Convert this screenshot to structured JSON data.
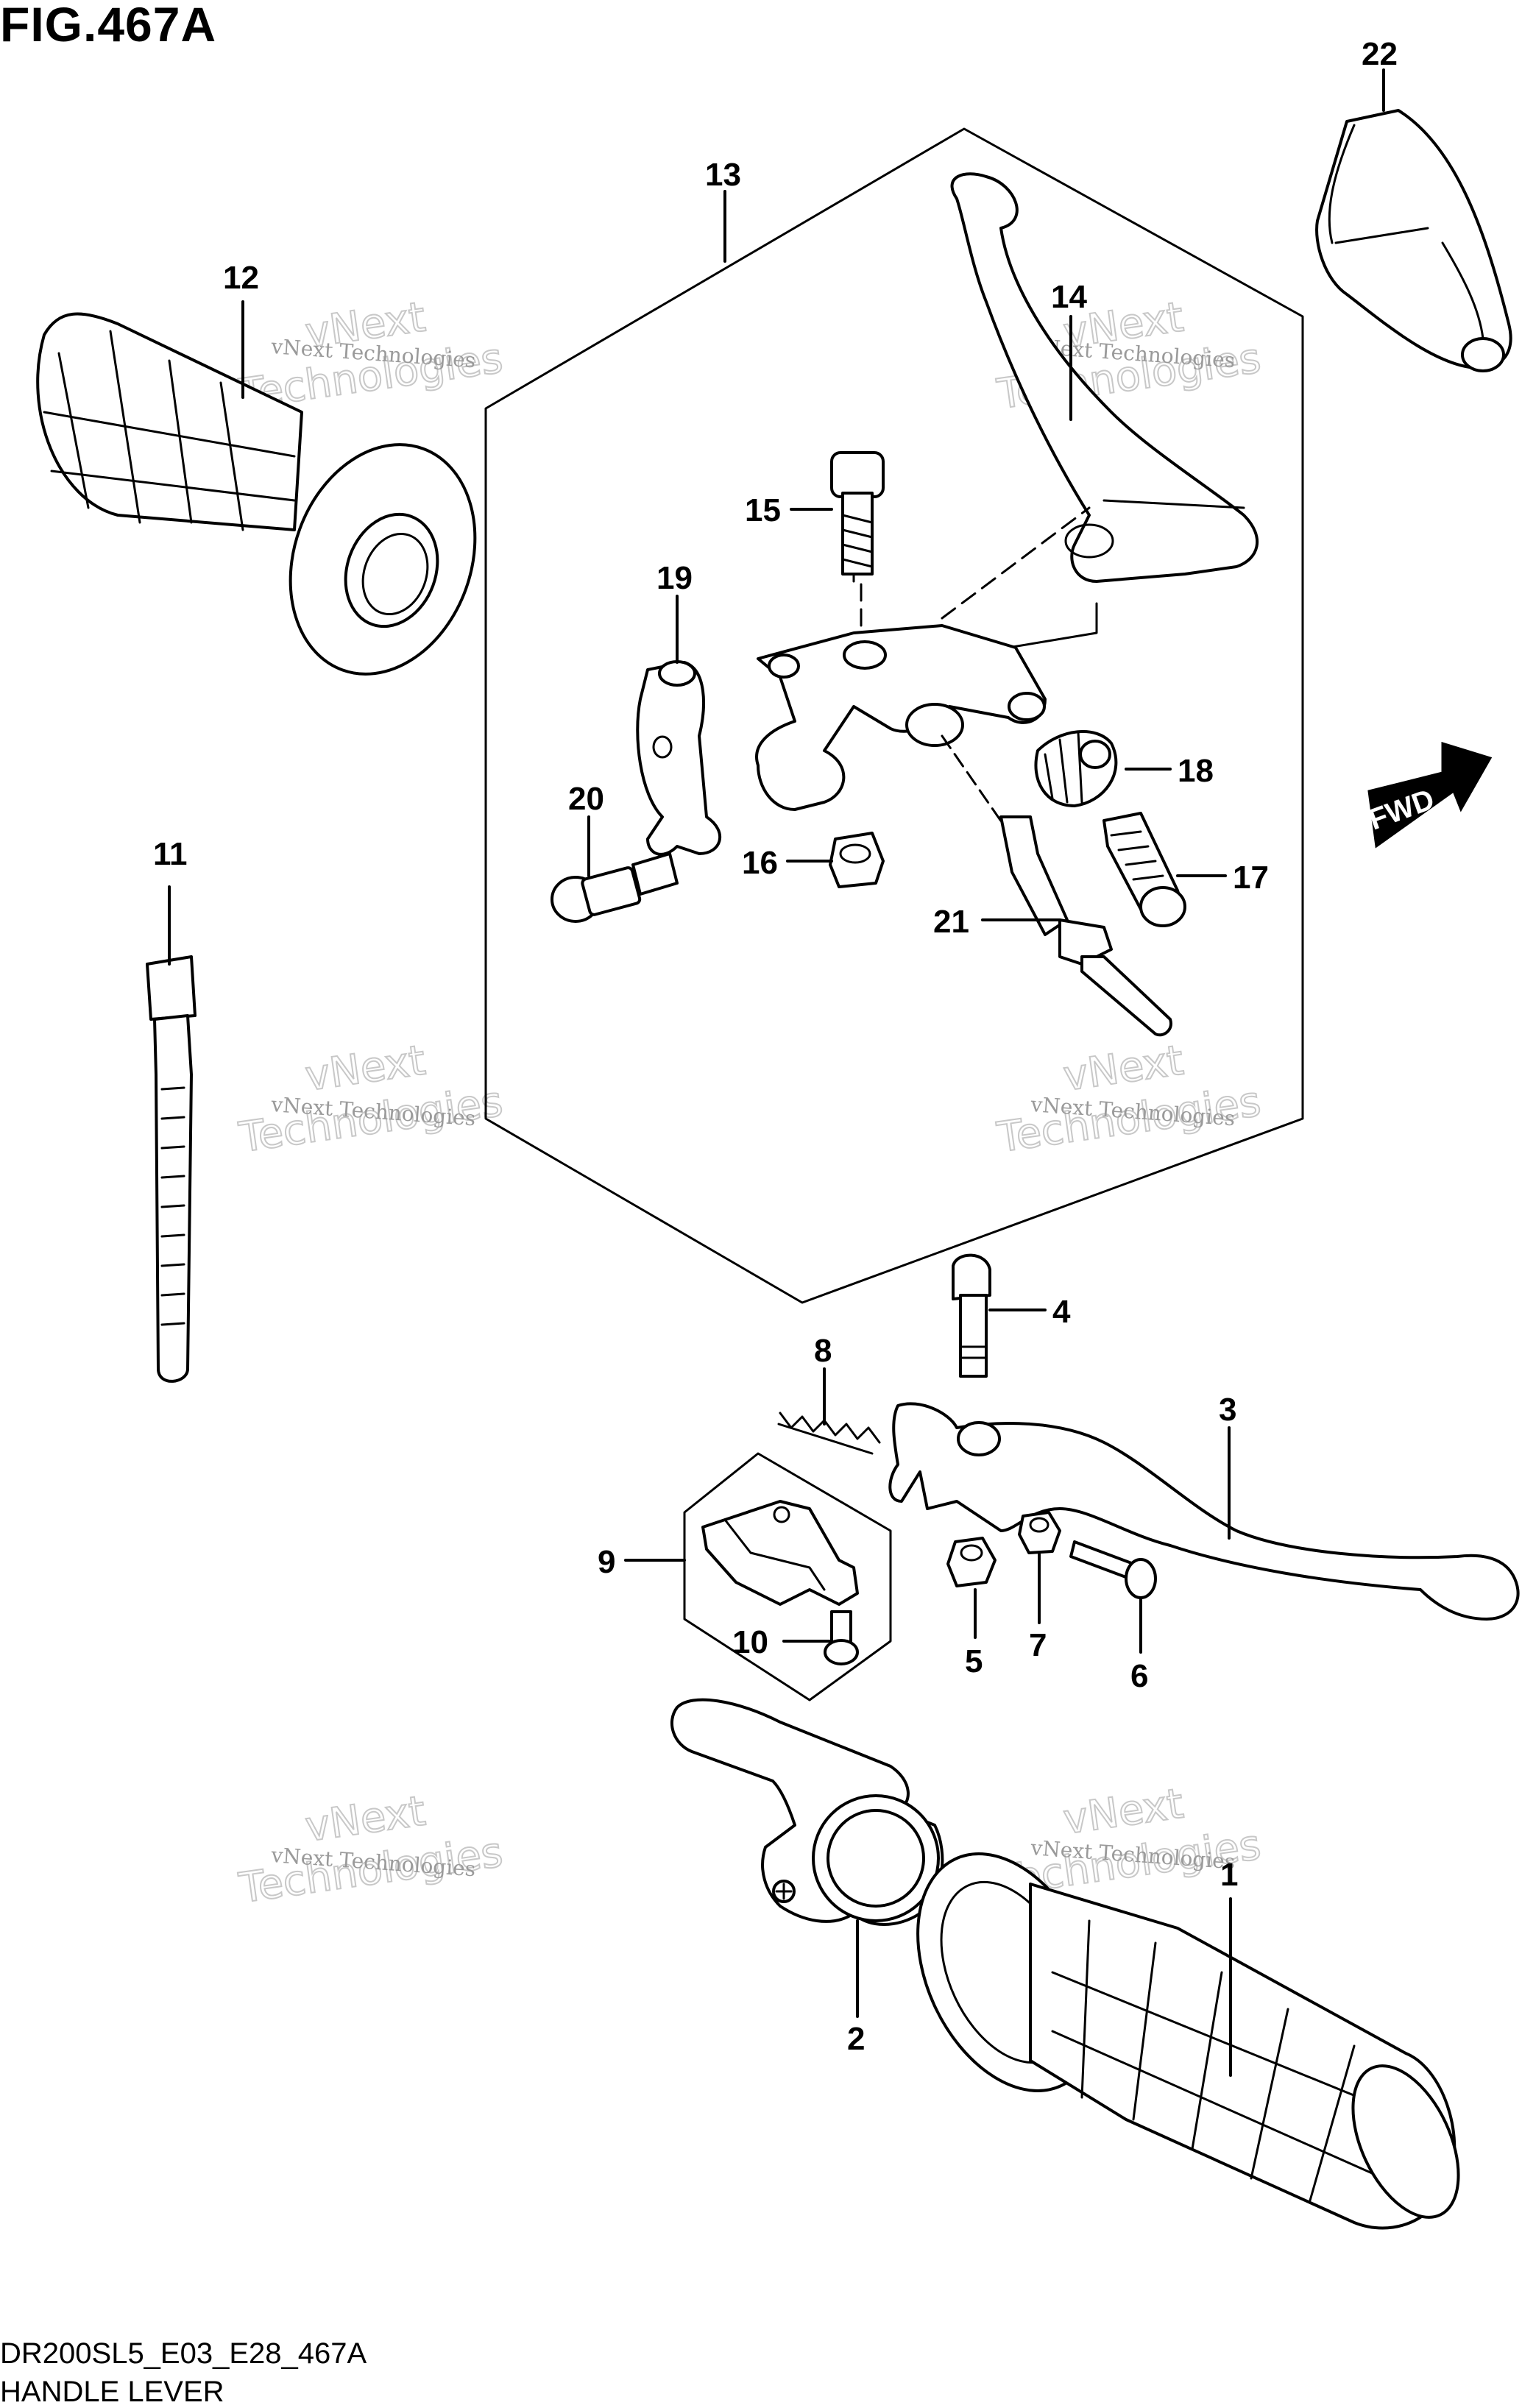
{
  "figure": {
    "title": "FIG.467A",
    "code": "DR200SL5_E03_E28_467A",
    "name": "HANDLE LEVER"
  },
  "watermark": {
    "small": "vNext Technologies",
    "big_top": "vNext",
    "big_bottom": "Technologies"
  },
  "direction_arrow": "FWD",
  "parts": [
    "1",
    "2",
    "3",
    "4",
    "5",
    "6",
    "7",
    "8",
    "9",
    "10",
    "11",
    "12",
    "13",
    "14",
    "15",
    "16",
    "17",
    "18",
    "19",
    "20",
    "21",
    "22"
  ]
}
